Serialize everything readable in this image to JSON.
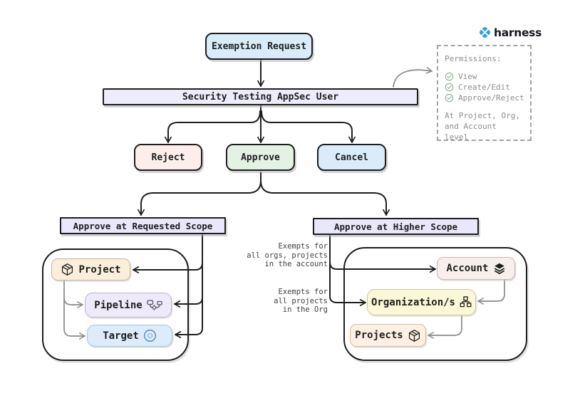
{
  "brand": {
    "name": "harness"
  },
  "flow": {
    "exemption_request": "Exemption Request",
    "appsec_user": "Security Testing AppSec User",
    "reject": "Reject",
    "approve": "Approve",
    "cancel": "Cancel",
    "requested_scope": "Approve at Requested Scope",
    "higher_scope": "Approve at Higher Scope",
    "project": "Project",
    "pipeline": "Pipeline",
    "target": "Target",
    "account": "Account",
    "organizations": "Organization/s",
    "projects": "Projects"
  },
  "permissions": {
    "title": "Permissions:",
    "items": [
      "View",
      "Create/Edit",
      "Approve/Reject"
    ],
    "scope_note": [
      "At Project, Org,",
      "and Account level"
    ]
  },
  "notes": {
    "account": [
      "Exempts for",
      "all orgs, projects",
      "in the account"
    ],
    "org": [
      "Exempts for",
      "all projects",
      "in the Org"
    ]
  },
  "colors": {
    "node_border": "#1e1e1e",
    "blue_fill": "#d9ecf9",
    "lavender_fill": "#ececfb",
    "pink_fill": "#fdeeec",
    "green_fill": "#e3f2e3",
    "scope_fill": "#e9e7fa",
    "tan_fill": "#fbeeda",
    "purple_fill": "#efeafa",
    "lightblue_fill": "#dcecfa",
    "account_fill": "#f8efec",
    "yellow_fill": "#fbf8d8",
    "cream_fill": "#fdf0e2",
    "gray_arrow": "#8a8a8a",
    "brand_blue": "#35a3da",
    "check_green": "#8fac8f",
    "muted_text": "#8e8e8e"
  }
}
